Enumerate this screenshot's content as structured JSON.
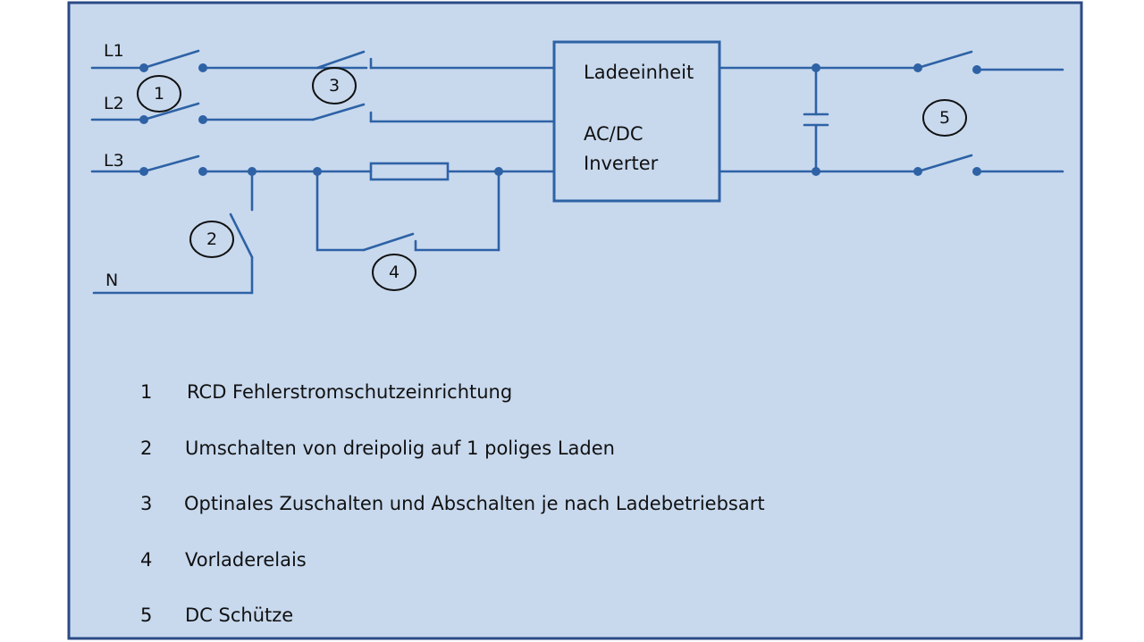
{
  "diagram": {
    "phases": {
      "l1": "L1",
      "l2": "L2",
      "l3": "L3",
      "n": "N"
    },
    "box": {
      "line1": "Ladeeinheit",
      "line2": "AC/DC",
      "line3": "Inverter"
    },
    "markers": [
      "1",
      "2",
      "3",
      "4",
      "5"
    ],
    "colors": {
      "background": "#c8d9ee",
      "frame": "#2b4a86",
      "wire": "#2e62a5"
    }
  },
  "legend": [
    {
      "num": "1",
      "text": "RCD Fehlerstromschutzeinrichtung"
    },
    {
      "num": "2",
      "text": "Umschalten von dreipolig auf 1 poliges Laden"
    },
    {
      "num": "3",
      "text": "Optinales Zuschalten und Abschalten je nach Ladebetriebsart"
    },
    {
      "num": "4",
      "text": "Vorladerelais"
    },
    {
      "num": "5",
      "text": "DC Schütze"
    }
  ]
}
